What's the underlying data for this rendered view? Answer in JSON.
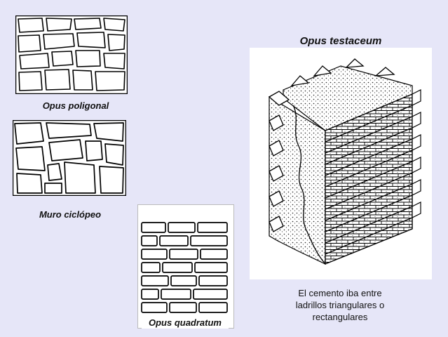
{
  "captions": {
    "poligonal": "Opus poligonal",
    "ciclopeo": "Muro ciclópeo",
    "quadratum": "Opus quadratum",
    "testaceum": "Opus testaceum"
  },
  "note": {
    "line1": "El cemento iba entre",
    "line2": "ladrillos triangulares o",
    "line3": "rectangulares"
  }
}
